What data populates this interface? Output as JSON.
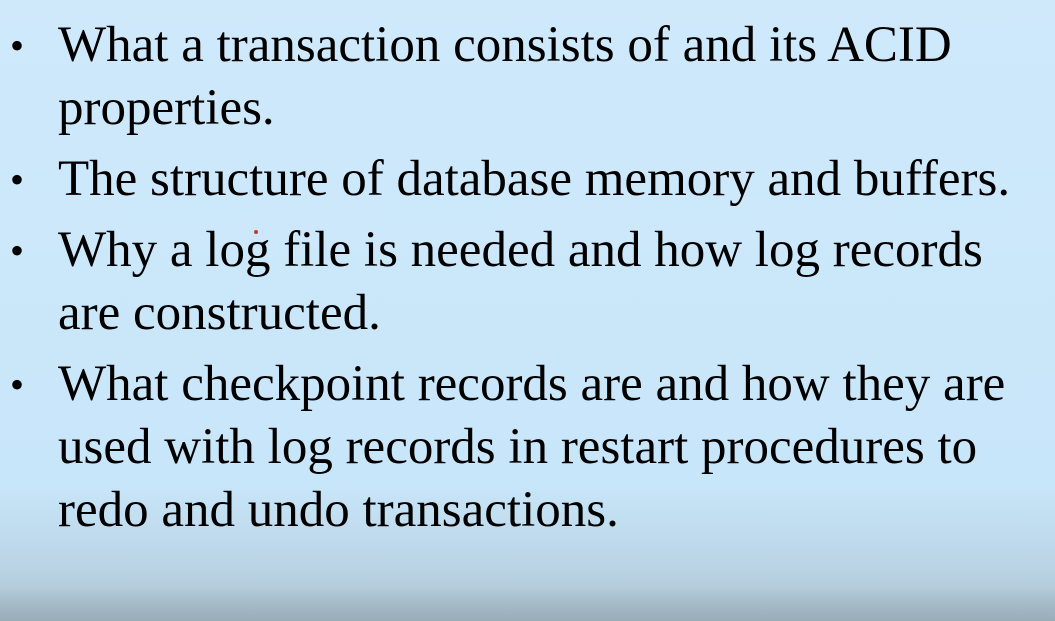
{
  "slide": {
    "bullet_symbol": "•",
    "bullets": [
      {
        "text": "What a transaction consists of and its ACID properties."
      },
      {
        "text": "The structure of database memory and buffers."
      },
      {
        "text": "Why a log file is needed and how log records are constructed."
      },
      {
        "text": "What checkpoint records are and how they are used with log records in restart procedures to redo and undo transactions."
      }
    ]
  },
  "colors": {
    "background": "#cfe9fb",
    "text": "#000000",
    "pointer": "#c0392b"
  }
}
